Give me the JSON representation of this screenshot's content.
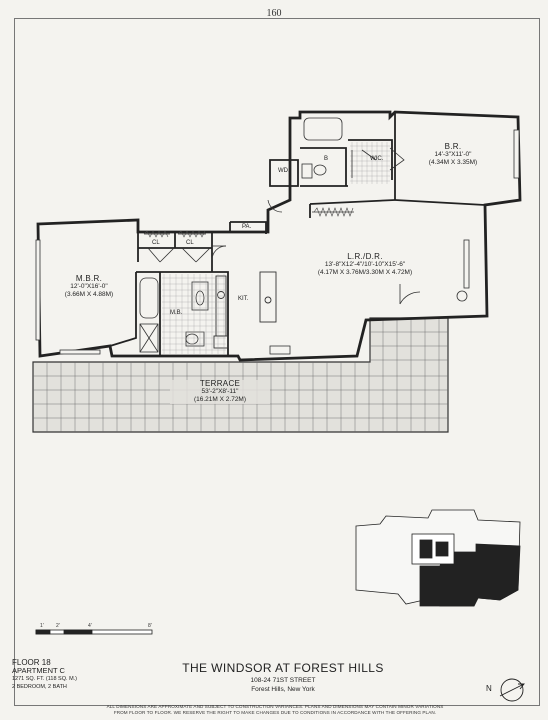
{
  "page_number": "160",
  "rooms": {
    "br": {
      "name": "B.R.",
      "dims": "14'-3\"X11'-0\"",
      "metric": "(4.34M X 3.35M)"
    },
    "lrdr": {
      "name": "L.R./D.R.",
      "dims": "13'-8\"X12'-4\"/10'-10\"X15'-6\"",
      "metric": "(4.17M X 3.76M/3.30M X 4.72M)"
    },
    "mbr": {
      "name": "M.B.R.",
      "dims": "12'-0\"X16'-0\"",
      "metric": "(3.66M X 4.88M)"
    },
    "terrace": {
      "name": "TERRACE",
      "dims": "53'-2\"X8'-11\"",
      "metric": "(16.21M X 2.72M)"
    }
  },
  "labels": {
    "wd": "WD.",
    "wic": "WIC.",
    "b": "B",
    "pa": "PA.",
    "cl1": "CL",
    "cl2": "CL",
    "kit": "KIT.",
    "mb": "M.B."
  },
  "scale_labels": [
    "1'",
    "2'",
    "4'",
    "8'"
  ],
  "floor_info": {
    "floor": "FLOOR 18",
    "apartment": "APARTMENT C",
    "area": "1271 SQ. FT. (118 SQ. M.)",
    "rooms": "2 BEDROOM, 2 BATH"
  },
  "building": {
    "name": "THE WINDSOR AT FOREST HILLS",
    "street": "108-24 71ST STREET",
    "city": "Forest Hills, New York"
  },
  "disclaimer": {
    "line1": "ALL DIMENSIONS ARE APPROXIMATE AND SUBJECT TO CONSTRUCTION VARIANCES. PLANS AND DIMENSIONS MAY CONTAIN MINOR VARIATIONS",
    "line2": "FROM FLOOR TO FLOOR. WE RESERVE THE RIGHT TO MAKE CHANGES DUE TO CONDITIONS IN ACCORDANCE WITH THE OFFERING PLAN."
  },
  "compass": {
    "label": "N"
  }
}
